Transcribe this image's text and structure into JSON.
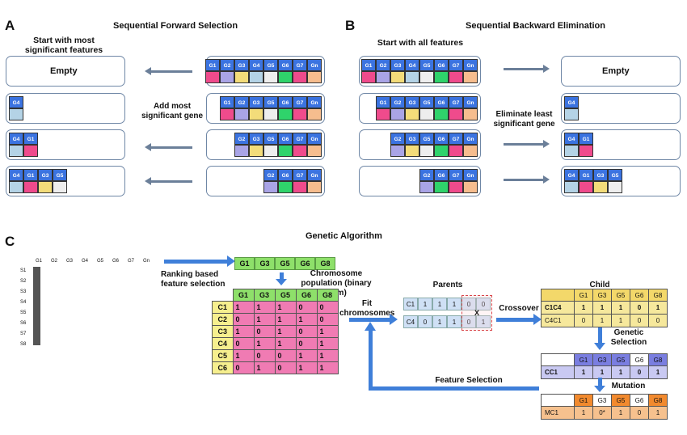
{
  "panels": {
    "a": {
      "letter": "A",
      "title": "Sequential Forward Selection",
      "subtitle": "Start with most significant features",
      "empty_label": "Empty",
      "step_label": "Add most significant gene",
      "left_rows": [
        [
          "G4"
        ],
        [
          "G4",
          "G1"
        ],
        [
          "G4",
          "G1",
          "G3",
          "G5"
        ]
      ],
      "right_rows": [
        [
          "G1",
          "G2",
          "G3",
          "G4",
          "G5",
          "G6",
          "G7",
          "Gn"
        ],
        [
          "G1",
          "G2",
          "G3",
          "G5",
          "G6",
          "G7",
          "Gn"
        ],
        [
          "G2",
          "G3",
          "G5",
          "G6",
          "G7",
          "Gn"
        ],
        [
          "G2",
          "G6",
          "G7",
          "Gn"
        ]
      ]
    },
    "b": {
      "letter": "B",
      "title": "Sequential Backward Elimination",
      "subtitle": "Start with all features",
      "empty_label": "Empty",
      "step_label": "Eliminate least significant gene",
      "left_rows": [
        [
          "G1",
          "G2",
          "G3",
          "G4",
          "G5",
          "G6",
          "G7",
          "Gn"
        ],
        [
          "G1",
          "G2",
          "G3",
          "G5",
          "G6",
          "G7",
          "Gn"
        ],
        [
          "G2",
          "G3",
          "G5",
          "G6",
          "G7",
          "Gn"
        ],
        [
          "G2",
          "G6",
          "G7",
          "Gn"
        ]
      ],
      "right_rows": [
        [
          "G4"
        ],
        [
          "G4",
          "G1"
        ],
        [
          "G4",
          "G1",
          "G3",
          "G5"
        ]
      ]
    },
    "c": {
      "letter": "C",
      "title": "Genetic Algorithm",
      "matrix_cols": [
        "G1",
        "G2",
        "G3",
        "G4",
        "G5",
        "G6",
        "G7",
        "Gn"
      ],
      "matrix_rows": [
        "S1",
        "S2",
        "S3",
        "S4",
        "S5",
        "S6",
        "S7",
        "S8"
      ],
      "ranking_label": "Ranking based feature selection",
      "selected_genes": [
        "G1",
        "G3",
        "G5",
        "G6",
        "G8"
      ],
      "population_label": "Chromosome population (binary form)",
      "population": {
        "header": [
          "G1",
          "G3",
          "G5",
          "G6",
          "G8"
        ],
        "rows": [
          {
            "id": "C1",
            "bits": [
              "1",
              "1",
              "1",
              "0",
              "0"
            ]
          },
          {
            "id": "C2",
            "bits": [
              "0",
              "1",
              "1",
              "1",
              "0"
            ]
          },
          {
            "id": "C3",
            "bits": [
              "1",
              "0",
              "1",
              "0",
              "1"
            ]
          },
          {
            "id": "C4",
            "bits": [
              "0",
              "1",
              "1",
              "0",
              "1"
            ]
          },
          {
            "id": "C5",
            "bits": [
              "1",
              "0",
              "0",
              "1",
              "1"
            ]
          },
          {
            "id": "C6",
            "bits": [
              "0",
              "1",
              "0",
              "1",
              "1"
            ]
          }
        ]
      },
      "fit_label": "Fit chromosomes",
      "parents_label": "Parents",
      "parents": [
        {
          "id": "C1",
          "bits": [
            "1",
            "1",
            "1",
            "0",
            "0"
          ]
        },
        {
          "id": "C4",
          "bits": [
            "0",
            "1",
            "1",
            "0",
            "1"
          ]
        }
      ],
      "cross_mark": "X",
      "crossover_label": "Crossover",
      "child_label": "Child",
      "child": {
        "header": [
          "G1",
          "G3",
          "G5",
          "G6",
          "G8"
        ],
        "rows": [
          {
            "id": "C1C4",
            "bits": [
              "1",
              "1",
              "1",
              "0",
              "1"
            ]
          },
          {
            "id": "C4C1",
            "bits": [
              "0",
              "1",
              "1",
              "0",
              "0"
            ]
          }
        ]
      },
      "genetic_selection_label": "Genetic Selection",
      "cc": {
        "header": [
          "G1",
          "G3",
          "G5",
          "G6",
          "G8"
        ],
        "row": {
          "id": "CC1",
          "bits": [
            "1",
            "1",
            "1",
            "0",
            "1"
          ]
        }
      },
      "mutation_label": "Mutation",
      "mc": {
        "header": [
          "G1",
          "G3",
          "G5",
          "G6",
          "G8"
        ],
        "row": {
          "id": "MC1",
          "bits": [
            "1",
            "0*",
            "1",
            "0",
            "1"
          ]
        }
      },
      "feature_selection_label": "Feature Selection"
    }
  },
  "gene_colors": {
    "G1": "#ef4b8c",
    "G2": "#a9a4e6",
    "G3": "#f3dc7a",
    "G4": "#b4d3e6",
    "G5": "#eeeeee",
    "G6": "#2fd36b",
    "G7": "#ef4b8c",
    "Gn": "#f6bd8e",
    "G8": "#f6bd8e"
  }
}
